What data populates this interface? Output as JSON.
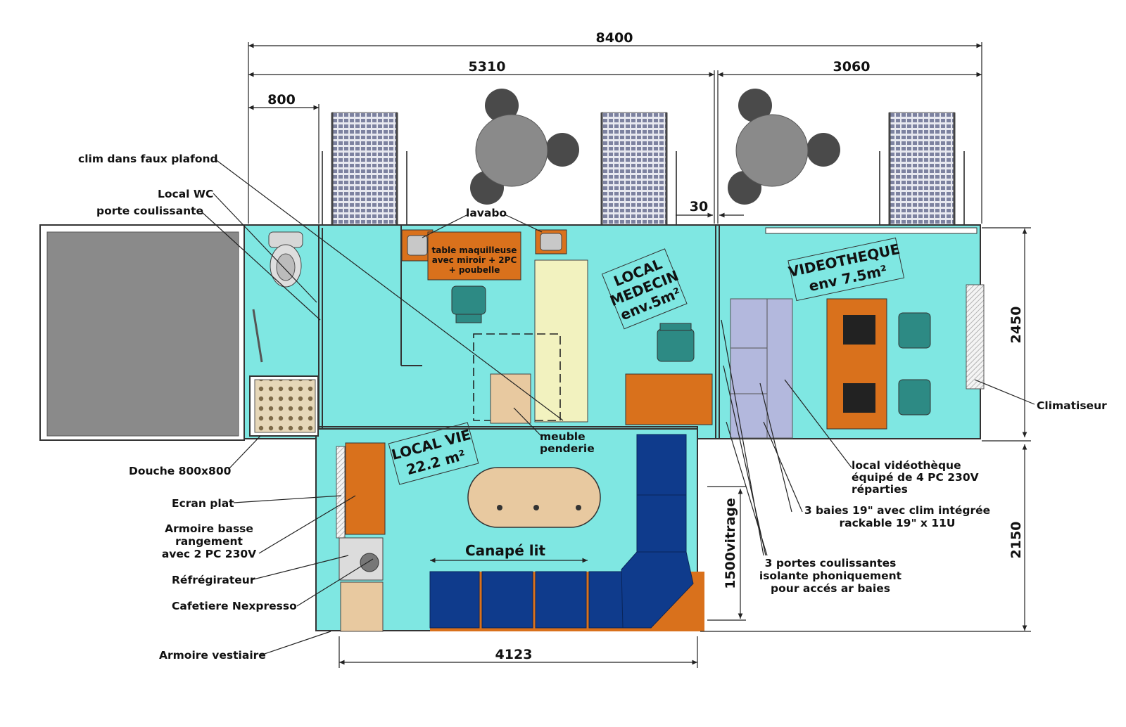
{
  "dimensions": {
    "total_width": "8400",
    "left_width": "5310",
    "right_width": "3060",
    "entry_width": "800",
    "gap": "30",
    "upper_height": "2450",
    "lower_height": "2150",
    "lower_width": "4123",
    "glazing": "1500vitrage"
  },
  "rooms": {
    "medecin": [
      "LOCAL",
      "MEDECIN",
      "env.5m²"
    ],
    "videotheque": [
      "VIDEOTHEQUE",
      "env 7.5m²"
    ],
    "vie": [
      "LOCAL VIE",
      "22.2 m²"
    ]
  },
  "labels": {
    "clim_faux_plafond": "clim dans faux plafond",
    "local_wc": "Local WC",
    "porte_coulissante": "porte coulissante",
    "lavabo": "lavabo",
    "table_maquilleuse": [
      "table maquilleuse",
      "avec miroir + 2PC",
      "+ poubelle"
    ],
    "douche": "Douche 800x800",
    "ecran_plat": "Ecran plat",
    "armoire_basse": [
      "Armoire basse",
      "rangement",
      "avec 2 PC 230V"
    ],
    "refrigerateur": "Réfrégirateur",
    "cafetiere": "Cafetiere Nexpresso",
    "armoire_vestiaire": "Armoire vestiaire",
    "meuble_penderie": [
      "meuble",
      "penderie"
    ],
    "canape_lit": "Canapé lit",
    "climatiseur": "Climatiseur",
    "local_videotheque": [
      "local vidéothèque",
      "équipé de 4 PC 230V",
      "réparties"
    ],
    "baies": [
      "3 baies 19\" avec clim intégrée",
      "rackable 19\" x 11U"
    ],
    "portes_coulissantes": [
      "3 portes coulissantes",
      "isolante phoniquement",
      "pour accés ar baies"
    ]
  },
  "colors": {
    "floor": "#7fe7e2",
    "orange": "#d9711c",
    "sofa": "#0f3b8c",
    "table": "#e8c9a0",
    "rack": "#b3b8dd",
    "stair": "#8c90a8",
    "grey": "#8a8a8a",
    "chair": "#2d8a84",
    "penderie": "#f2f2bf"
  }
}
